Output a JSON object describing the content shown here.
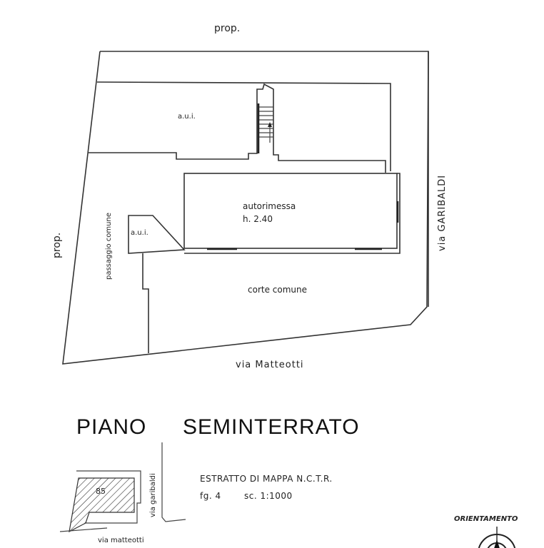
{
  "plan": {
    "title": "PIANO SEMINTERRATO",
    "title_parts": [
      "PIANO",
      "SEMINTERRATO"
    ],
    "labels": {
      "prop_top": "prop.",
      "prop_left": "prop.",
      "aui_top": "a.u.i.",
      "aui_small": "a.u.i.",
      "passaggio": "passaggio comune",
      "autorimessa": "autorimessa",
      "height": "h. 2.40",
      "corte": "corte comune",
      "via_garibaldi": "via GARIBALDI",
      "via_matteotti": "via Matteotti"
    }
  },
  "map_extract": {
    "heading": "ESTRATTO DI MAPPA N.C.T.R.",
    "sheet": "fg. 4",
    "scale": "sc. 1:1000",
    "parcel_number": "85",
    "street_right": "via garibaldi",
    "street_bottom": "via matteotti"
  },
  "orientation": {
    "label": "ORIENTAMENTO",
    "icon": "compass-rose-icon"
  },
  "colors": {
    "ink": "#222222",
    "paper": "#ffffff"
  }
}
